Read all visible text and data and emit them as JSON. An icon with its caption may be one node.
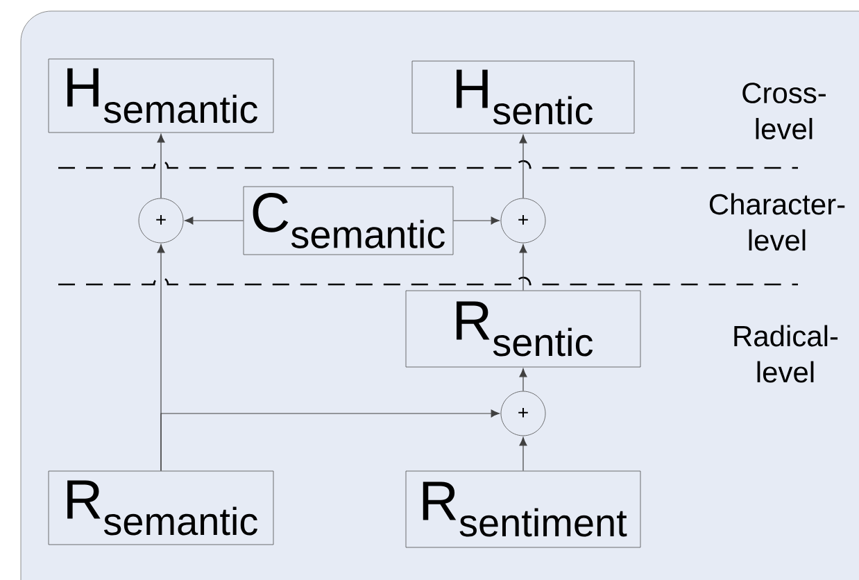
{
  "diagram": {
    "nodes": [
      {
        "text": [
          "\\mathrm{H}_{\\mathrm{semantic}}"
        ]
      },
      {
        "text": [
          "\\mathrm{H}_{\\mathrm{sentic}}"
        ]
      },
      {
        "text": [
          "\\mathrm{C}_{\\mathrm{semantic}}"
        ]
      },
      {
        "text": [
          "+"
        ]
      },
      {
        "text": [
          "+"
        ]
      },
      {
        "text": [
          "\\mathrm{R}_{\\mathrm{sentic}}"
        ]
      },
      {
        "text": [
          "+"
        ]
      },
      {
        "text": [
          "\\mathrm{R}_{\\mathrm{semantic}}"
        ]
      },
      {
        "text": [
          "\\mathrm{R}_{\\mathrm{sentiment}}"
        ]
      }
    ],
    "edges": [
      {
        "from": 3,
        "to": 0,
        "arrow": "to"
      },
      {
        "from": 4,
        "to": 1,
        "arrow": "to"
      },
      {
        "from": 2,
        "to": 3,
        "arrow": "to"
      },
      {
        "from": 2,
        "to": 4,
        "arrow": "to"
      },
      {
        "from": 7,
        "to": 3,
        "arrow": "to"
      },
      {
        "from": 7,
        "to": 6,
        "arrow": "to"
      },
      {
        "from": 8,
        "to": 6,
        "arrow": "to"
      },
      {
        "from": 6,
        "to": 5,
        "arrow": "to"
      },
      {
        "from": 5,
        "to": 4,
        "arrow": "to"
      }
    ],
    "labels": [
      "Cross-level",
      "Character-level",
      "Radical-level"
    ]
  }
}
